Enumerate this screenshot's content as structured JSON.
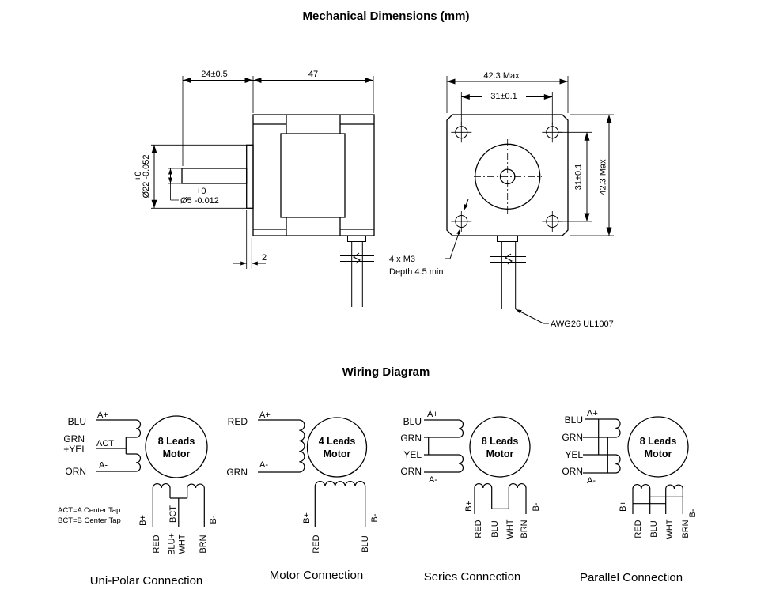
{
  "colors": {
    "ink": "#000000",
    "paper": "#ffffff"
  },
  "titles": {
    "mechanical": "Mechanical Dimensions (mm)",
    "wiring": "Wiring Diagram"
  },
  "mech": {
    "side": {
      "shaft_len": "24±0.5",
      "body_len": "47",
      "boss_dia": "Ø22 -0.052",
      "boss_dia_tol": "+0",
      "shaft_dia": "Ø5 -0.012",
      "shaft_dia_tol": "+0",
      "boss_depth": "2"
    },
    "front": {
      "width": "42.3 Max",
      "holes_h": "31±0.1",
      "holes_v": "31±0.1",
      "height": "42.3 Max",
      "thread1": "4 x M3",
      "thread2": "Depth 4.5 min",
      "cable": "AWG26 UL1007"
    }
  },
  "wiring": {
    "unipolar": {
      "caption": "Uni-Polar Connection",
      "motor_l1": "8 Leads",
      "motor_l2": "Motor",
      "wire_a_plus": "BLU",
      "wire_act_1": "GRN",
      "wire_act_2": "+YEL",
      "wire_a_minus": "ORN",
      "term_a_plus": "A+",
      "term_act": "ACT",
      "term_a_minus": "A-",
      "term_b_plus": "B+",
      "term_bct": "BCT",
      "term_b_minus": "B-",
      "wire_b_plus": "RED",
      "wire_bct_1": "BLU+",
      "wire_bct_2": "WHT",
      "wire_b_minus": "BRN",
      "note_l1": "ACT=A Center Tap",
      "note_l2": "BCT=B Center Tap"
    },
    "motor4": {
      "caption": "Motor Connection",
      "motor_l1": "4 Leads",
      "motor_l2": "Motor",
      "wire_a_plus": "RED",
      "wire_a_minus": "GRN",
      "term_a_plus": "A+",
      "term_a_minus": "A-",
      "term_b_plus": "B+",
      "term_b_minus": "B-",
      "wire_b_plus": "RED",
      "wire_b_minus": "BLU"
    },
    "series": {
      "caption": "Series Connection",
      "motor_l1": "8 Leads",
      "motor_l2": "Motor",
      "wires_left": [
        "BLU",
        "GRN",
        "YEL",
        "ORN"
      ],
      "term_a_plus": "A+",
      "term_a_minus": "A-",
      "term_b_plus": "B+",
      "term_b_minus": "B-",
      "wires_bottom": [
        "RED",
        "BLU",
        "WHT",
        "BRN"
      ]
    },
    "parallel": {
      "caption": "Parallel Connection",
      "motor_l1": "8 Leads",
      "motor_l2": "Motor",
      "wires_left": [
        "BLU",
        "GRN",
        "YEL",
        "ORN"
      ],
      "term_a_plus": "A+",
      "term_a_minus": "A-",
      "term_b_plus": "B+",
      "term_b_minus": "B-",
      "wires_bottom": [
        "RED",
        "BLU",
        "WHT",
        "BRN"
      ]
    }
  }
}
